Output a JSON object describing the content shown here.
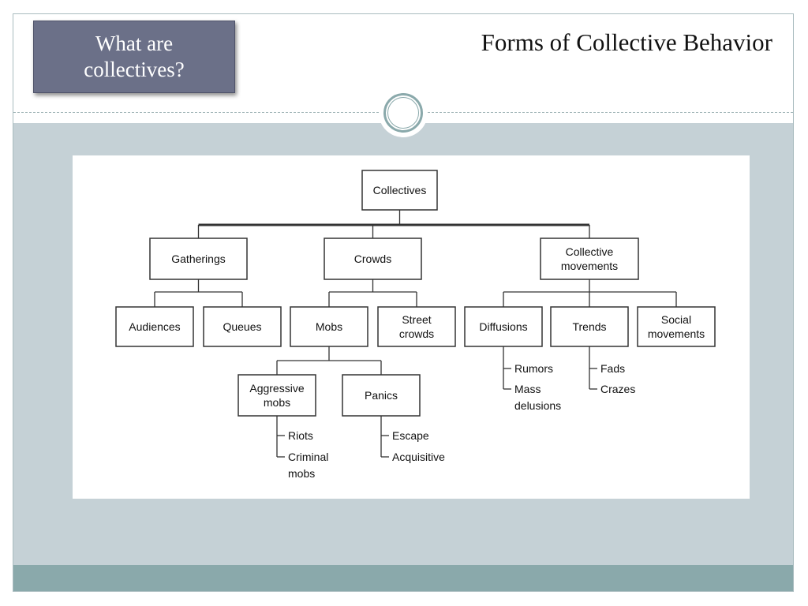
{
  "slide": {
    "title_box_label": "What are collectives?",
    "page_title": "Forms of Collective Behavior"
  },
  "colors": {
    "title_box_bg": "#6b7088",
    "content_bg": "#c5d1d6",
    "footer_bar": "#8aa9ab",
    "ornament_ring": "#8aa9ab"
  },
  "diagram": {
    "nodes": {
      "collectives": [
        "Collectives"
      ],
      "gatherings": [
        "Gatherings"
      ],
      "crowds": [
        "Crowds"
      ],
      "collective_movements": [
        "Collective",
        "movements"
      ],
      "audiences": [
        "Audiences"
      ],
      "queues": [
        "Queues"
      ],
      "mobs": [
        "Mobs"
      ],
      "street_crowds": [
        "Street",
        "crowds"
      ],
      "diffusions": [
        "Diffusions"
      ],
      "trends": [
        "Trends"
      ],
      "social_movements": [
        "Social",
        "movements"
      ],
      "aggressive_mobs": [
        "Aggressive",
        "mobs"
      ],
      "panics": [
        "Panics"
      ]
    },
    "leaves": {
      "riots": [
        "Riots"
      ],
      "criminal_mobs": [
        "Criminal",
        "mobs"
      ],
      "escape": [
        "Escape"
      ],
      "acquisitive": [
        "Acquisitive"
      ],
      "rumors": [
        "Rumors"
      ],
      "mass_delusions": [
        "Mass",
        "delusions"
      ],
      "fads": [
        "Fads"
      ],
      "crazes": [
        "Crazes"
      ]
    }
  }
}
